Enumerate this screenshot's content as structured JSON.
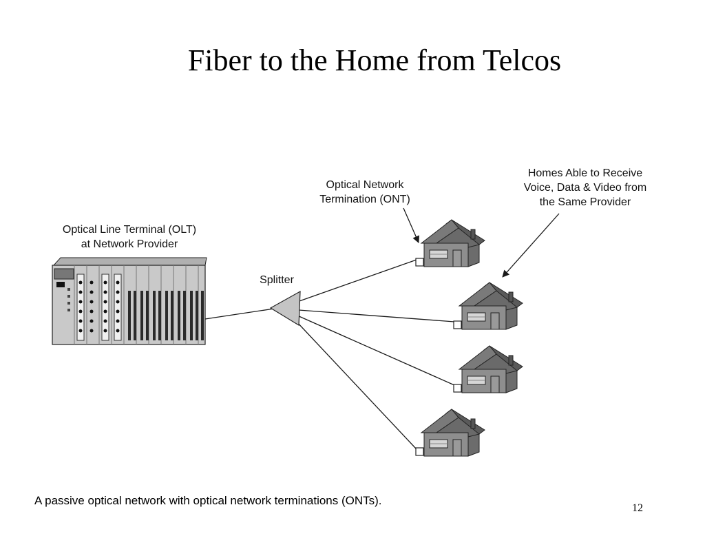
{
  "title": "Fiber to the Home from Telcos",
  "labels": {
    "olt_line1": "Optical Line Terminal (OLT)",
    "olt_line2": "at Network Provider",
    "splitter": "Splitter",
    "ont_line1": "Optical Network",
    "ont_line2": "Termination (ONT)",
    "homes_line1": "Homes Able to Receive",
    "homes_line2": "Voice, Data & Video from",
    "homes_line3": "the Same Provider"
  },
  "caption": "A passive optical network with optical network terminations (ONTs).",
  "page_number": "12",
  "colors": {
    "house_roof": "#6f6f6f",
    "house_wall": "#8c8c8c",
    "equipment": "#c9c9c9",
    "splitter": "#c4c4c4",
    "line": "#1a1a1a"
  }
}
